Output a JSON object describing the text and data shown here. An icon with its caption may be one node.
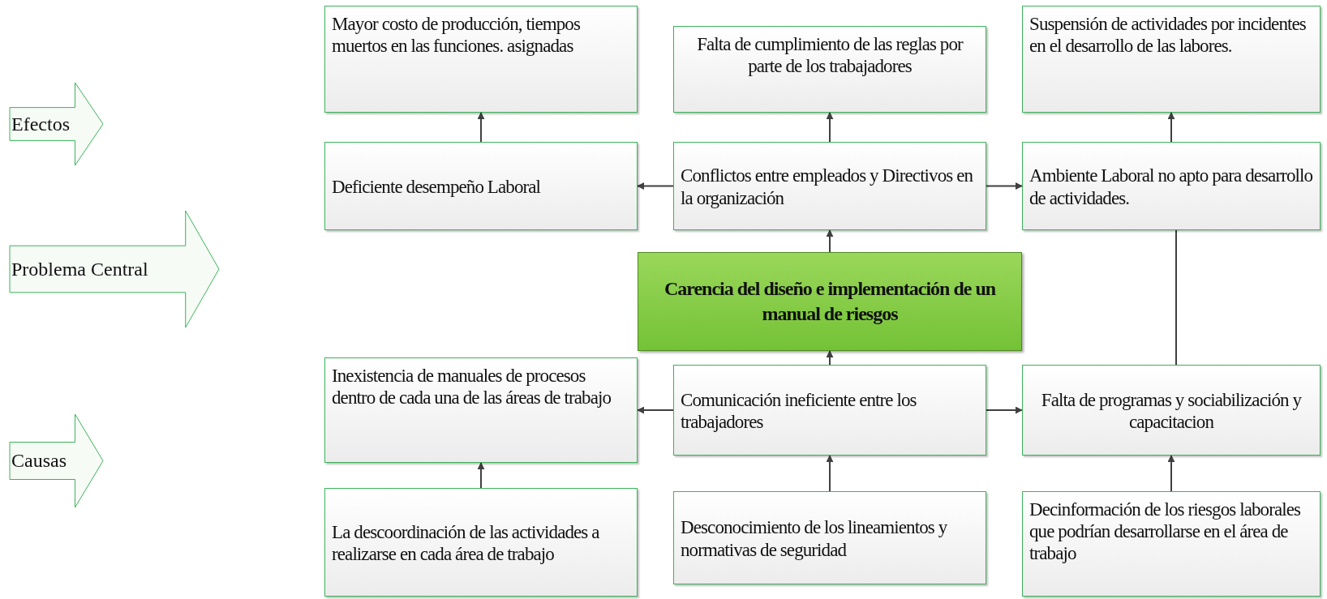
{
  "diagram": {
    "nodes": [
      {
        "text": [
          "Efectos"
        ]
      },
      {
        "text": [
          "Mayor costo de producción, tiempos muertos en las funciones. asignadas"
        ]
      },
      {
        "text": [
          "Falta de cumplimiento de las reglas por parte de los trabajadores"
        ]
      },
      {
        "text": [
          "Suspensión de actividades por incidentes en el desarrollo de las labores."
        ]
      },
      {
        "text": [
          "Deficiente desempeño Laboral"
        ]
      },
      {
        "text": [
          "Conflictos entre empleados y Directivos en la organización"
        ]
      },
      {
        "text": [
          "Ambiente Laboral no apto para desarrollo de actividades."
        ]
      },
      {
        "text": [
          "Problema Central"
        ]
      },
      {
        "text": [
          "Carencia del diseño e implementación de un manual de riesgos"
        ]
      },
      {
        "text": [
          "Inexistencia de manuales de procesos dentro de cada una de las áreas de trabajo"
        ]
      },
      {
        "text": [
          "Comunicación ineficiente entre los trabajadores"
        ]
      },
      {
        "text": [
          "Falta de programas y sociabilización y capacitacion"
        ]
      },
      {
        "text": [
          "Causas"
        ]
      },
      {
        "text": [
          "La descoordinación de las actividades a realizarse en cada área de trabajo"
        ]
      },
      {
        "text": [
          "Desconocimiento de los lineamientos y normativas de seguridad"
        ]
      },
      {
        "text": [
          "Decinformación de los riesgos laborales que podrían desarrollarse en el área de trabajo"
        ]
      }
    ],
    "edges": [
      {
        "from": 4,
        "to": 1,
        "arrow": "to"
      },
      {
        "from": 5,
        "to": 2,
        "arrow": "to"
      },
      {
        "from": 6,
        "to": 3,
        "arrow": "to"
      },
      {
        "from": 5,
        "to": 4,
        "arrow": "to"
      },
      {
        "from": 5,
        "to": 6,
        "arrow": "to"
      },
      {
        "from": 8,
        "to": 5,
        "arrow": "to"
      },
      {
        "from": 10,
        "to": 8,
        "arrow": "to"
      },
      {
        "from": 10,
        "to": 9,
        "arrow": "to"
      },
      {
        "from": 10,
        "to": 11,
        "arrow": "to"
      },
      {
        "from": 13,
        "to": 9,
        "arrow": "to"
      },
      {
        "from": 14,
        "to": 10,
        "arrow": "to"
      },
      {
        "from": 15,
        "to": 11,
        "arrow": "to"
      },
      {
        "from": 11,
        "to": 6,
        "arrow": "none"
      }
    ]
  }
}
